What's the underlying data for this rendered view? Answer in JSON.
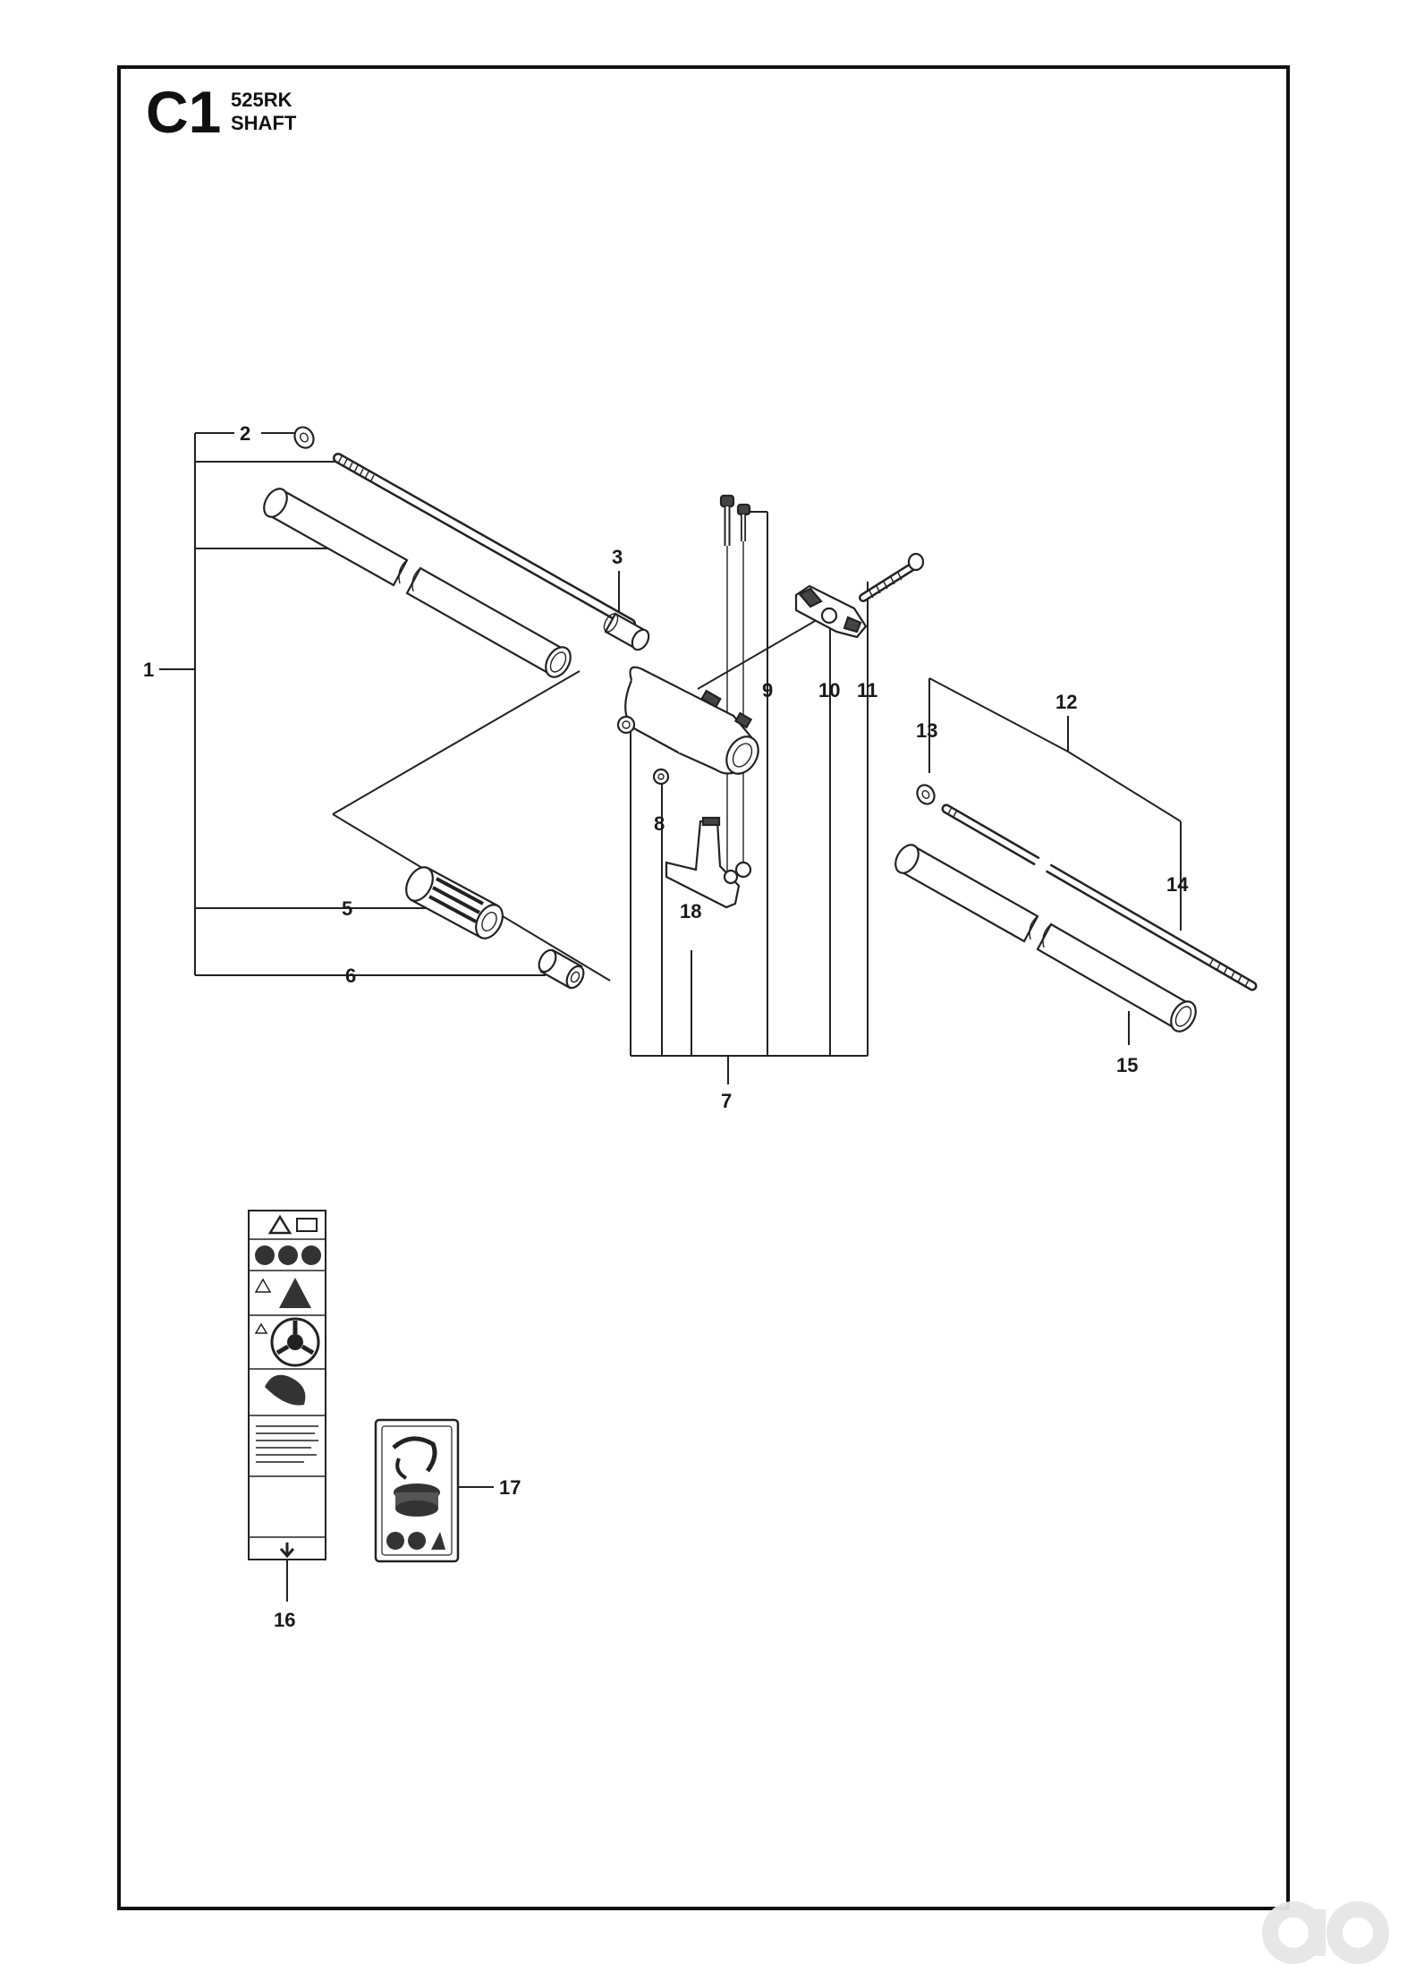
{
  "header": {
    "section": "C1",
    "model": "525RK",
    "title": "SHAFT"
  },
  "callouts": {
    "c1": "1",
    "c2": "2",
    "c3": "3",
    "c5": "5",
    "c6": "6",
    "c7": "7",
    "c8": "8",
    "c9": "9",
    "c10": "10",
    "c11": "11",
    "c12": "12",
    "c13": "13",
    "c14": "14",
    "c15": "15",
    "c16": "16",
    "c17": "17",
    "c18": "18"
  },
  "colors": {
    "line": "#222222",
    "frame": "#111111",
    "watermark": "#e6e6e6"
  },
  "icons": [
    "warning-triangle-icon",
    "manual-book-icon",
    "safety-gear-icon",
    "thrown-objects-icon",
    "blade-rotation-icon",
    "trimmer-head-icon"
  ],
  "watermark": "ao"
}
